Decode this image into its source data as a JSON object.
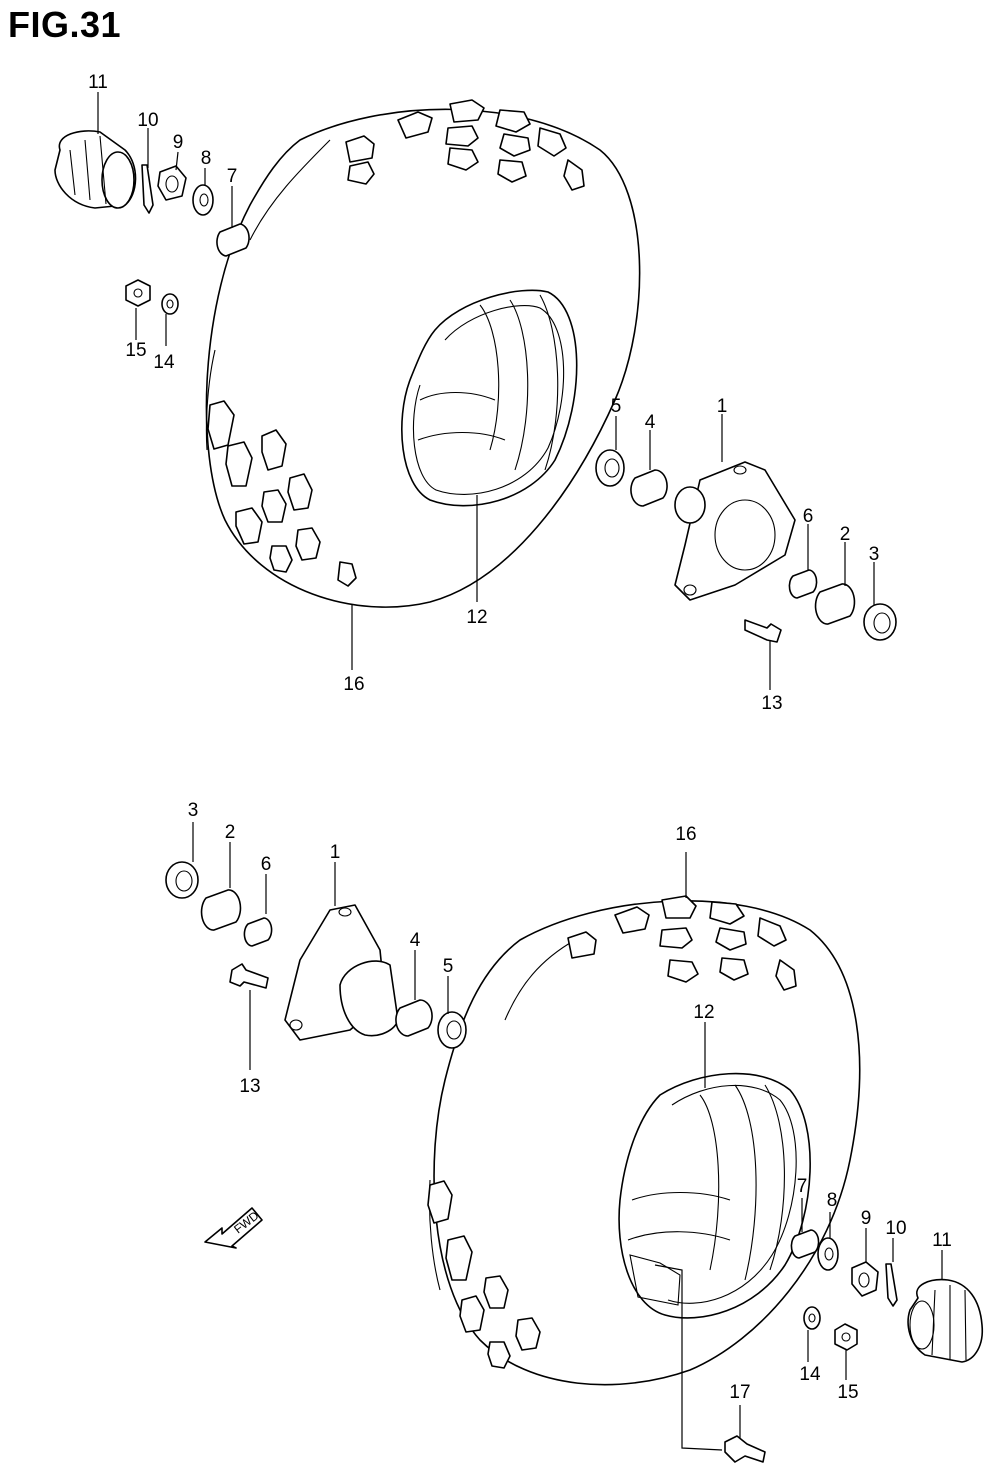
{
  "figure": {
    "title": "FIG.31"
  },
  "fwd_label": "FWD",
  "upper_assembly": {
    "callouts": {
      "p11": "11",
      "p10": "10",
      "p9": "9",
      "p8": "8",
      "p7": "7",
      "p15": "15",
      "p14": "14",
      "p5": "5",
      "p4": "4",
      "p1": "1",
      "p6": "6",
      "p2": "2",
      "p3": "3",
      "p12": "12",
      "p13": "13",
      "p16": "16"
    }
  },
  "lower_assembly": {
    "callouts": {
      "p3": "3",
      "p2": "2",
      "p6": "6",
      "p1": "1",
      "p4": "4",
      "p5": "5",
      "p16": "16",
      "p12": "12",
      "p13": "13",
      "p7": "7",
      "p8": "8",
      "p9": "9",
      "p10": "10",
      "p11": "11",
      "p14": "14",
      "p15": "15",
      "p17": "17"
    }
  }
}
